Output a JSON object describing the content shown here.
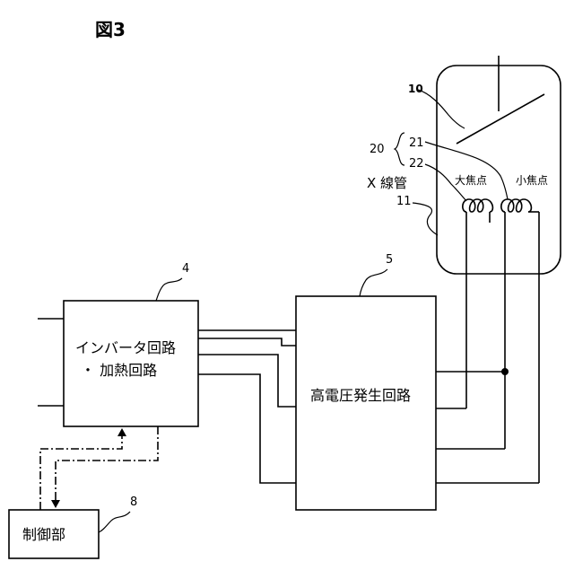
{
  "figure_title": "図3",
  "blocks": {
    "inverter": {
      "line1": "インバータ回路",
      "line2": "・ 加熱回路",
      "ref": "4"
    },
    "hv": {
      "label": "高電圧発生回路",
      "ref": "5"
    },
    "control": {
      "label": "制御部",
      "ref": "8"
    }
  },
  "tube": {
    "name": "X 線管",
    "large_focus": "大焦点",
    "small_focus": "小焦点",
    "ref_anode": "10",
    "ref_envelope": "11",
    "ref_cathode": "20",
    "ref_filament_21": "21",
    "ref_filament_22": "22"
  }
}
